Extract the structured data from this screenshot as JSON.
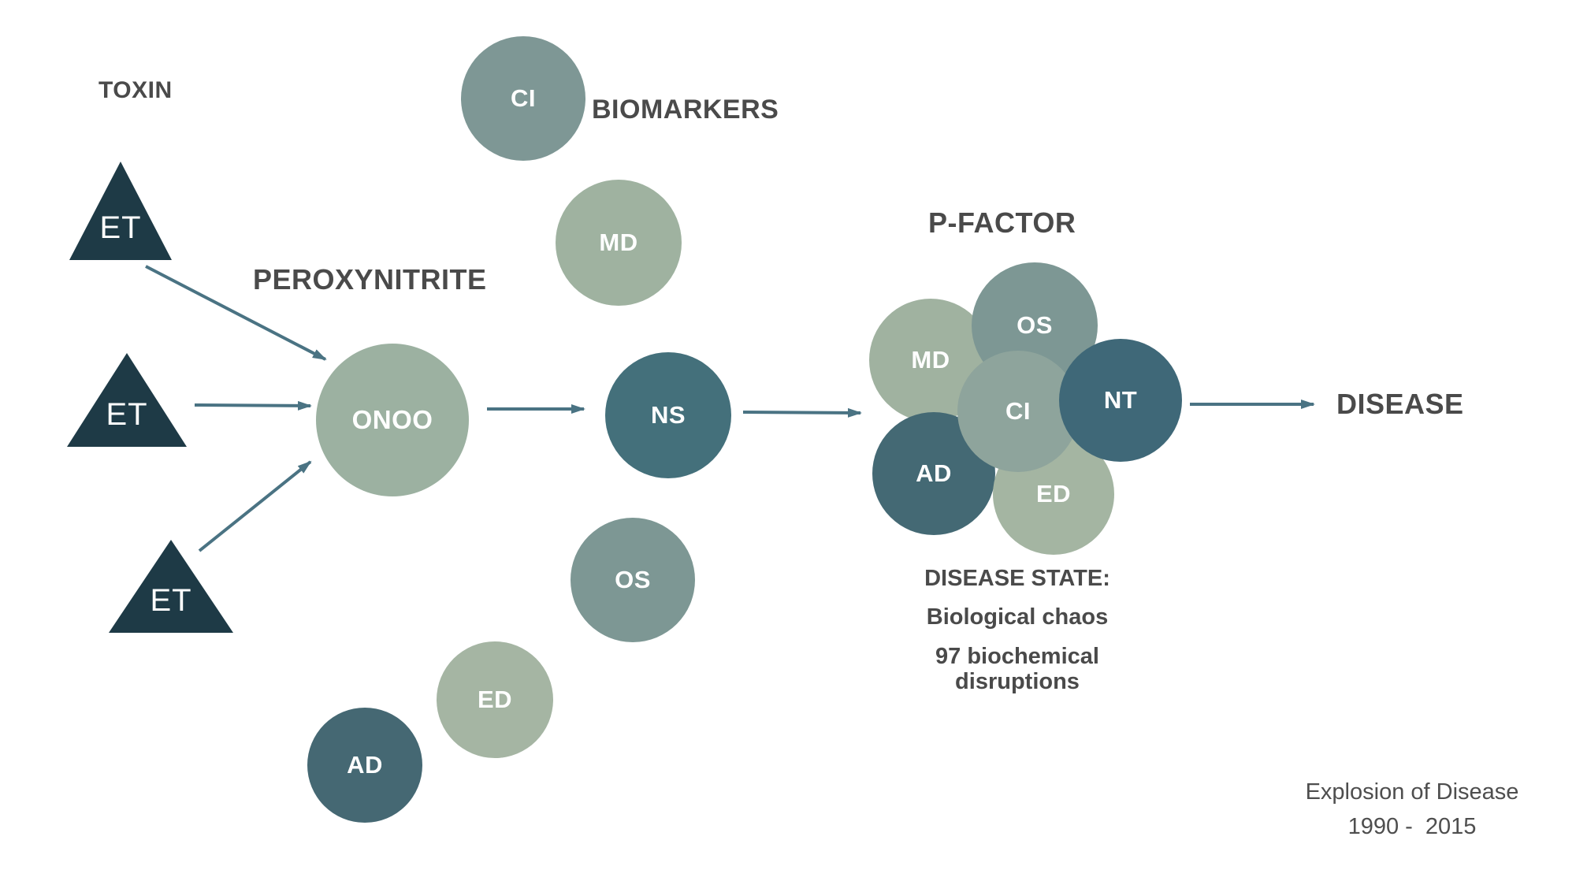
{
  "labels": {
    "toxin": "TOXIN",
    "biomarkers": "BIOMARKERS",
    "peroxynitrite": "PEROXYNITRITE",
    "pfactor": "P-FACTOR",
    "disease": "DISEASE"
  },
  "toxins": {
    "color": "#1e3a46",
    "et1": "ET",
    "et2": "ET",
    "et3": "ET"
  },
  "nodes": {
    "ci_top": {
      "label": "CI",
      "color": "#7e9795"
    },
    "md_top": {
      "label": "MD",
      "color": "#9fb2a0"
    },
    "onoo": {
      "label": "ONOO",
      "color": "#9cb1a1"
    },
    "ns": {
      "label": "NS",
      "color": "#44707b"
    },
    "os_bottom": {
      "label": "OS",
      "color": "#7d9794"
    },
    "ed_bottom": {
      "label": "ED",
      "color": "#a5b5a3"
    },
    "ad_bottom": {
      "label": "AD",
      "color": "#456873"
    }
  },
  "pfactor_cluster": {
    "md": {
      "label": "MD",
      "color": "#a0b2a0"
    },
    "os": {
      "label": "OS",
      "color": "#7d9794"
    },
    "ad": {
      "label": "AD",
      "color": "#446974"
    },
    "ed": {
      "label": "ED",
      "color": "#a4b5a2"
    },
    "ci": {
      "label": "CI",
      "color": "#8ea49c"
    },
    "nt": {
      "label": "NT",
      "color": "#3f6878"
    }
  },
  "disease_state": {
    "heading": "DISEASE STATE:",
    "line1": "Biological chaos",
    "line2": "97 biochemical\ndisruptions"
  },
  "footer": {
    "line1": "Explosion of Disease",
    "line2": "1990 -  2015"
  },
  "colors": {
    "background": "#ffffff",
    "arrow": "#4a7383",
    "heading_text": "#4a4a4a",
    "footer_text": "#4e4e4e",
    "node_text": "#ffffff"
  }
}
